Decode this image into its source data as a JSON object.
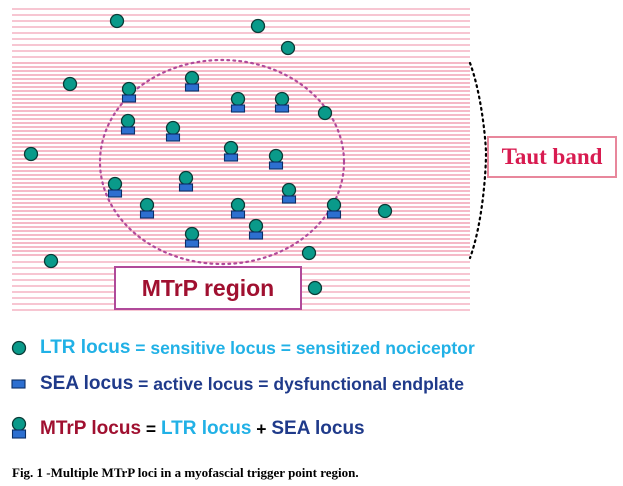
{
  "labels": {
    "taut_band": "Taut band",
    "mtrp_region": "MTrP region"
  },
  "legend": {
    "ltr": {
      "term": "LTR locus",
      "eq1": " = ",
      "mid": "sensitive locus",
      "eq2": " = ",
      "end": "sensitized nociceptor"
    },
    "sea": {
      "term": "SEA locus",
      "eq1": " = ",
      "mid": "active locus",
      "eq2": " = ",
      "end": "dysfunctional endplate"
    },
    "mtrp": {
      "term": "MTrP locus",
      "eq": " = ",
      "a": "LTR locus",
      "plus": " + ",
      "b": "SEA locus"
    }
  },
  "caption": "Fig. 1 -Multiple MTrP loci in a myofascial trigger point region.",
  "colors": {
    "stripe": "#f2a3b6",
    "ltr_fill": "#0a9a8a",
    "ltr_stroke": "#0b3b36",
    "sea_fill": "#2d6fd0",
    "sea_stroke": "#0c2f66",
    "cyan_text": "#21b1e6",
    "navy_text": "#1f3a8a",
    "maroon_text": "#a01030",
    "taut_text": "#d81b50",
    "box_border_pink": "#e8879c",
    "box_border_purple": "#b04a9a",
    "region_circle": "#b04a9a",
    "ellipsis": "#000000"
  }
}
